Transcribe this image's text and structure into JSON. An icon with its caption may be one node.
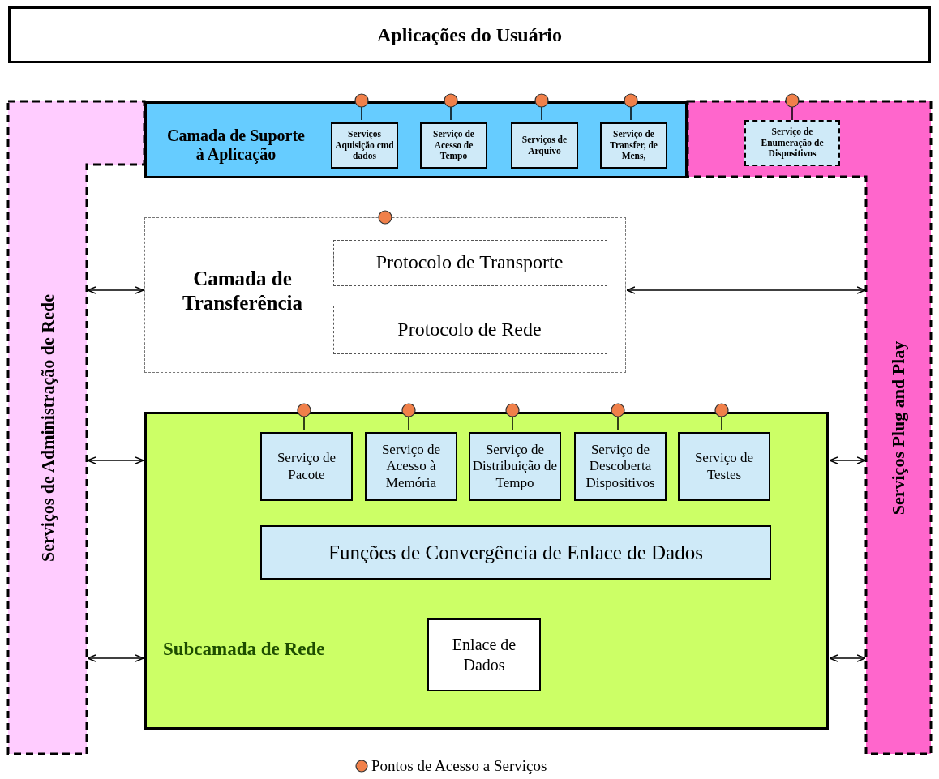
{
  "diagram": {
    "nodes": [
      {
        "text": [
          "Aplicações do Usuário"
        ]
      },
      {
        "text": [
          "Serviços de Administração de Rede"
        ]
      },
      {
        "text": [
          "Camada de Suporte à Aplicação"
        ]
      },
      {
        "text": [
          "Serviços Aquisição cmd dados"
        ],
        "in": 2
      },
      {
        "text": [
          "Serviço de Acesso de Tempo"
        ],
        "in": 2
      },
      {
        "text": [
          "Serviços de Arquivo"
        ],
        "in": 2
      },
      {
        "text": [
          "Serviço de Transfer, de Mens,"
        ],
        "in": 2
      },
      {
        "text": [
          "Serviços Plug and Play"
        ]
      },
      {
        "text": [
          "Serviço de Enumeração de Dispositivos"
        ],
        "in": 7
      },
      {
        "text": [
          "Camada de Transferência"
        ]
      },
      {
        "text": [
          "Protocolo de Transporte"
        ],
        "in": 9
      },
      {
        "text": [
          "Protocolo de Rede"
        ],
        "in": 9
      },
      {
        "text": [
          "Subcamada de Rede"
        ]
      },
      {
        "text": [
          "Serviço de Pacote"
        ],
        "in": 12
      },
      {
        "text": [
          "Serviço de Acesso à Memória"
        ],
        "in": 12
      },
      {
        "text": [
          "Serviço de Distribuição de Tempo"
        ],
        "in": 12
      },
      {
        "text": [
          "Serviço de Descoberta Dispositivos"
        ],
        "in": 12
      },
      {
        "text": [
          "Serviço de Testes"
        ],
        "in": 12
      },
      {
        "text": [
          "Funções de Convergência de Enlace de Dados"
        ],
        "in": 12
      },
      {
        "text": [
          "Enlace de Dados"
        ],
        "in": 12
      }
    ],
    "edges": [
      {
        "from": 1,
        "to": 9,
        "arrow": "both"
      },
      {
        "from": 9,
        "to": 7,
        "arrow": "both"
      },
      {
        "from": 1,
        "to": 12,
        "arrow": "both"
      },
      {
        "from": 12,
        "to": 7,
        "arrow": "both"
      },
      {
        "from": 1,
        "to": 12,
        "arrow": "both"
      },
      {
        "from": 12,
        "to": 7,
        "arrow": "both"
      }
    ],
    "legend": [
      {
        "text": "Pontos de Acesso a Serviços",
        "color": "#f0804a"
      }
    ]
  }
}
